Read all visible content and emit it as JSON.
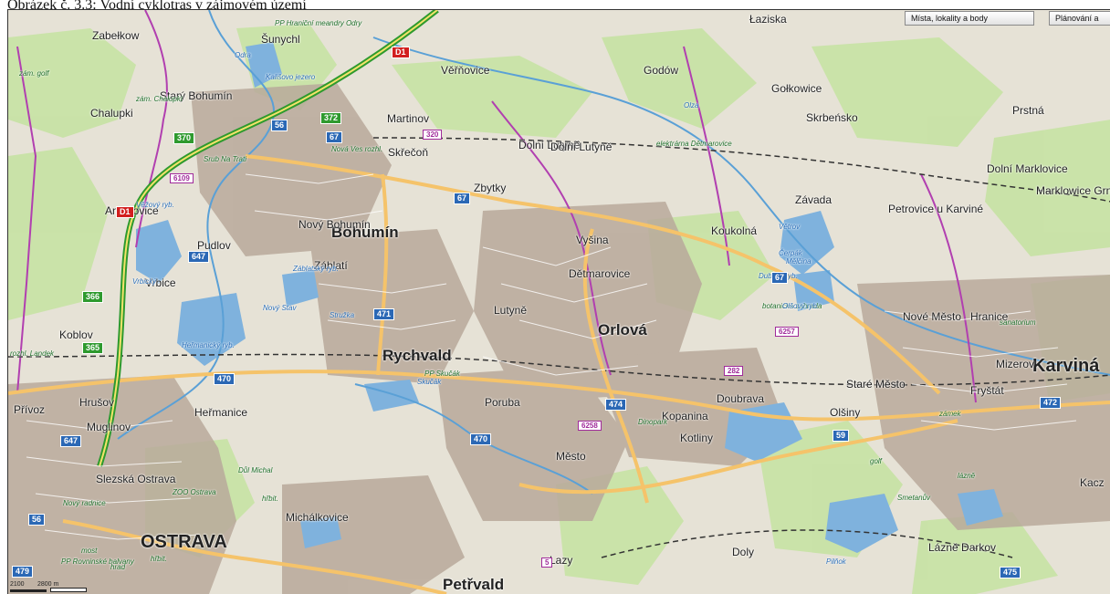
{
  "caption": "Obrázek č. 3.3: Vodní cyklotras v zájmovém území",
  "tabs": [
    "Místa, lokality a body",
    "Plánování a"
  ],
  "scale": {
    "labels": [
      "2100",
      "2800 m"
    ]
  },
  "labels": {
    "cities": [
      "OSTRAVA",
      "Bohumín",
      "Rychvald",
      "Orlová",
      "Karviná",
      "Petřvald"
    ],
    "towns": [
      "Dětmarovice",
      "Dolní Lutyně",
      "Gołkowice",
      "Marklowice Grn.",
      "Petrovice u Karviné",
      "Nové Město",
      "Hranice",
      "Staré Město",
      "Fryštát",
      "Lázně Darkov",
      "Mizerov",
      "Doubrava",
      "Koukolná",
      "Závada",
      "Skrbeńsko",
      "Zabełkow",
      "Godów",
      "Łaziska",
      "Šunychl",
      "Věřňovice",
      "Starý Bohumín",
      "Pudlov",
      "Vrbice",
      "Antošovice",
      "Koblov",
      "Hrušov",
      "Heřmanice",
      "Muglinov",
      "Michálkovice",
      "Poruba",
      "Lutyně",
      "Lazy",
      "Město",
      "Doly",
      "Prstná",
      "Dolní Marklovice",
      "Kacz",
      "Nový Bohumín",
      "Záblatí",
      "Skřečoň",
      "Zbytky",
      "Martinov",
      "Chalupki",
      "Slezská Ostrava",
      "Přívoz",
      "Dolní Lutyně",
      "Kopanina",
      "Kotliny",
      "Olšiny",
      "Vyšina"
    ],
    "pois": [
      "ZOO Ostrava",
      "Dinopark",
      "botanická zahrada",
      "golf",
      "zám. Chałupki",
      "Důl Michal",
      "hřbit.",
      "elektrárna Dětmarovice",
      "PP Hraniční meandry Odry",
      "PP Skučák",
      "Nová Ves rozhl.",
      "zám. golf",
      "rozhl. Landek",
      "Nový radnice",
      "most",
      "PP Rovninské balvany",
      "hrad",
      "zámek",
      "Srub Na Trati",
      "hřbit.",
      "lázně",
      "sanatorium",
      "Smetanův"
    ],
    "water": [
      "Kališovo jezero",
      "Záblatský ryb.",
      "Nový Stav",
      "Heřmanický ryb.",
      "Věžový ryb.",
      "Vrbický",
      "Čerpák",
      "Větrov",
      "Mělčina",
      "Dubový ryb.",
      "Olšový ryb.",
      "Olza",
      "Odra",
      "Stružka",
      "Skučák",
      "Pilňok"
    ],
    "roads": [
      "D1",
      "D1",
      "470",
      "470",
      "471",
      "474",
      "59",
      "67",
      "67",
      "67",
      "647",
      "647",
      "366",
      "370",
      "372",
      "365",
      "472",
      "475",
      "479",
      "56",
      "56",
      "320",
      "282",
      "6258",
      "6257",
      "6109",
      "5"
    ]
  }
}
